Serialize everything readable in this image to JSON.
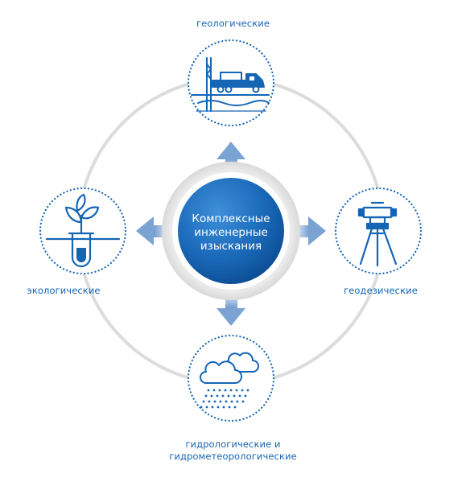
{
  "center": {
    "lines": [
      "Комплексные",
      "инженерные",
      "изыскания"
    ]
  },
  "nodes": {
    "top": {
      "label": "геологические",
      "icon": "drilling-truck-icon"
    },
    "right": {
      "label": "геодезические",
      "icon": "theodolite-tripod-icon"
    },
    "bottom": {
      "label_lines": [
        "гидрологические и",
        "гидрометеорологические"
      ],
      "icon": "rain-clouds-icon"
    },
    "left": {
      "label": "экологические",
      "icon": "plant-test-tube-icon"
    }
  },
  "colors": {
    "brand_blue": "#1565b5",
    "ring_gray": "#dcdcdc",
    "arrow_light": "#c9d8ec"
  }
}
